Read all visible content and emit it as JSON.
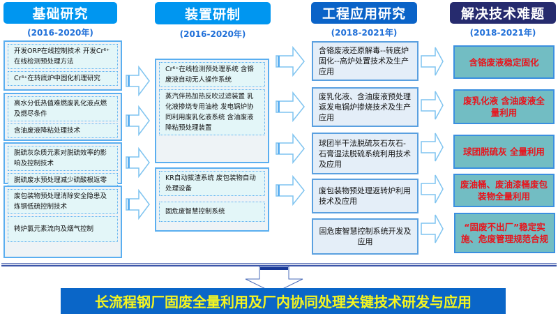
{
  "columns": [
    {
      "title": "基础研究",
      "years": "(2016-2020年)",
      "color": "#0096f0"
    },
    {
      "title": "装置研制",
      "years": "(2016-2020年)",
      "color": "#0096f0"
    },
    {
      "title": "工程应用研究",
      "years": "(2018-2021年)",
      "color": "#0a63c8"
    },
    {
      "title": "解决技术难题",
      "years": "(2018-2021年)",
      "color": "#262b6e"
    }
  ],
  "basic": [
    [
      "开发ORP在线控制技术 开发Cr⁶⁺在线检测预处理方法",
      "Cr³⁺在转底炉中固化机理研究"
    ],
    [
      "高水分低热值难燃废乳化液点燃及燃尽条件",
      "含油废液降粘处理技术"
    ],
    [
      "脱硫灰杂质元素对脱硫效率的影响及控制技术",
      "脱硫废水预处理减少硫酸根返零排放处理"
    ],
    [
      "废包装物预处理消除安全隐患及炼钢低硫控制技术",
      "转炉氯元素流向及烟气控制"
    ]
  ],
  "devices": [
    [
      "Cr⁶⁺在线检测预处理系统 含铬废液自动无人操作系统",
      "蒸汽伴热加热反吹过滤装置 乳化液掺烧专用油枪 发电锅炉协同利用废乳化液系统 含油废液降粘预处理装置"
    ],
    [
      "KR自动拔渣系统 废包装物自动处理设备",
      "固危废智慧控制系统"
    ]
  ],
  "engineering": [
    "含铬废液还原解毒--转底炉固化--高炉处置技术及生产应用",
    "废乳化液、含油废液预处理返发电锅炉掺烧技术及生产应用",
    "球团半干法脱硫灰石灰石-石膏湿法脱硫系统利用技术及应用",
    "废包装物预处理返转炉利用技术及应用",
    "固危废智慧控制系统开发及应用"
  ],
  "solutions": [
    "含铬废液稳定固化",
    "废乳化液 含油废液全量利用",
    "球团脱硫灰 全量利用",
    "废油桶、废油漆桶废包装物全量利用",
    "“固废不出厂”稳定实施、危废管理规范合规"
  ],
  "banner": "长流程钢厂固废全量利用及厂内协同处理关键技术研发与应用"
}
